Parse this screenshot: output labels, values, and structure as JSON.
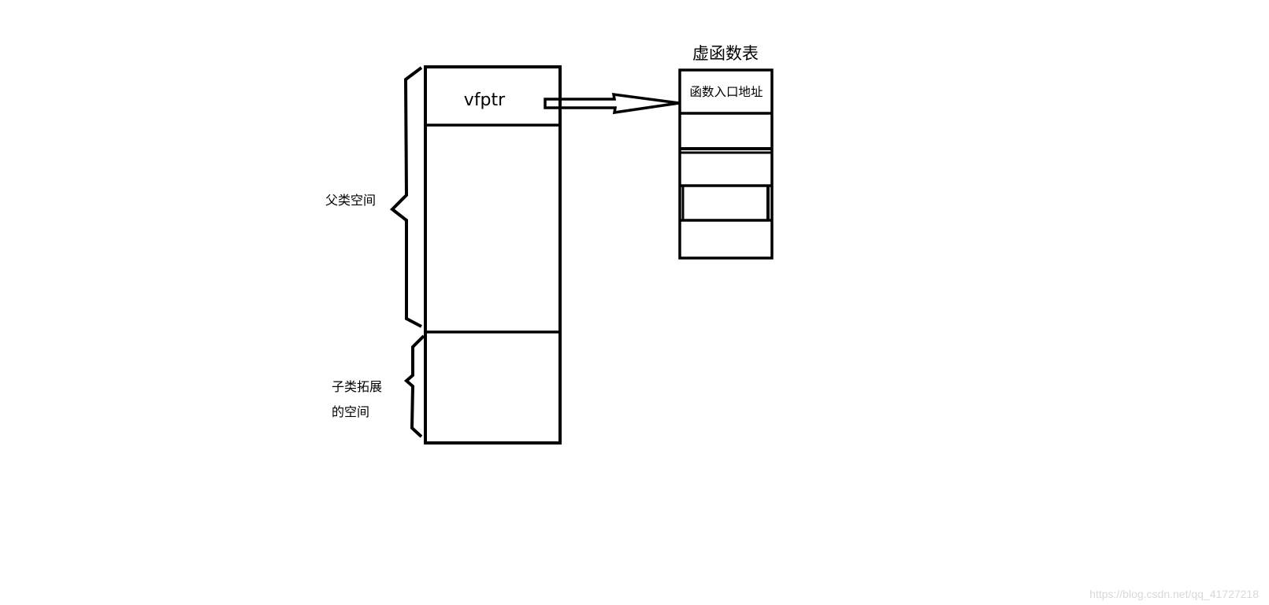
{
  "object_layout": {
    "vfptr_label": "vfptr",
    "parent_space_label": "父类空间",
    "child_space_label_line1": "子类拓展",
    "child_space_label_line2": "的空间"
  },
  "vtable": {
    "title": "虚函数表",
    "entries": [
      "函数入口地址",
      "",
      "",
      "",
      ""
    ]
  },
  "watermark": "https://blog.csdn.net/qq_41727218",
  "colors": {
    "stroke": "#000000",
    "background": "#ffffff",
    "watermark": "#d9d9d9"
  }
}
